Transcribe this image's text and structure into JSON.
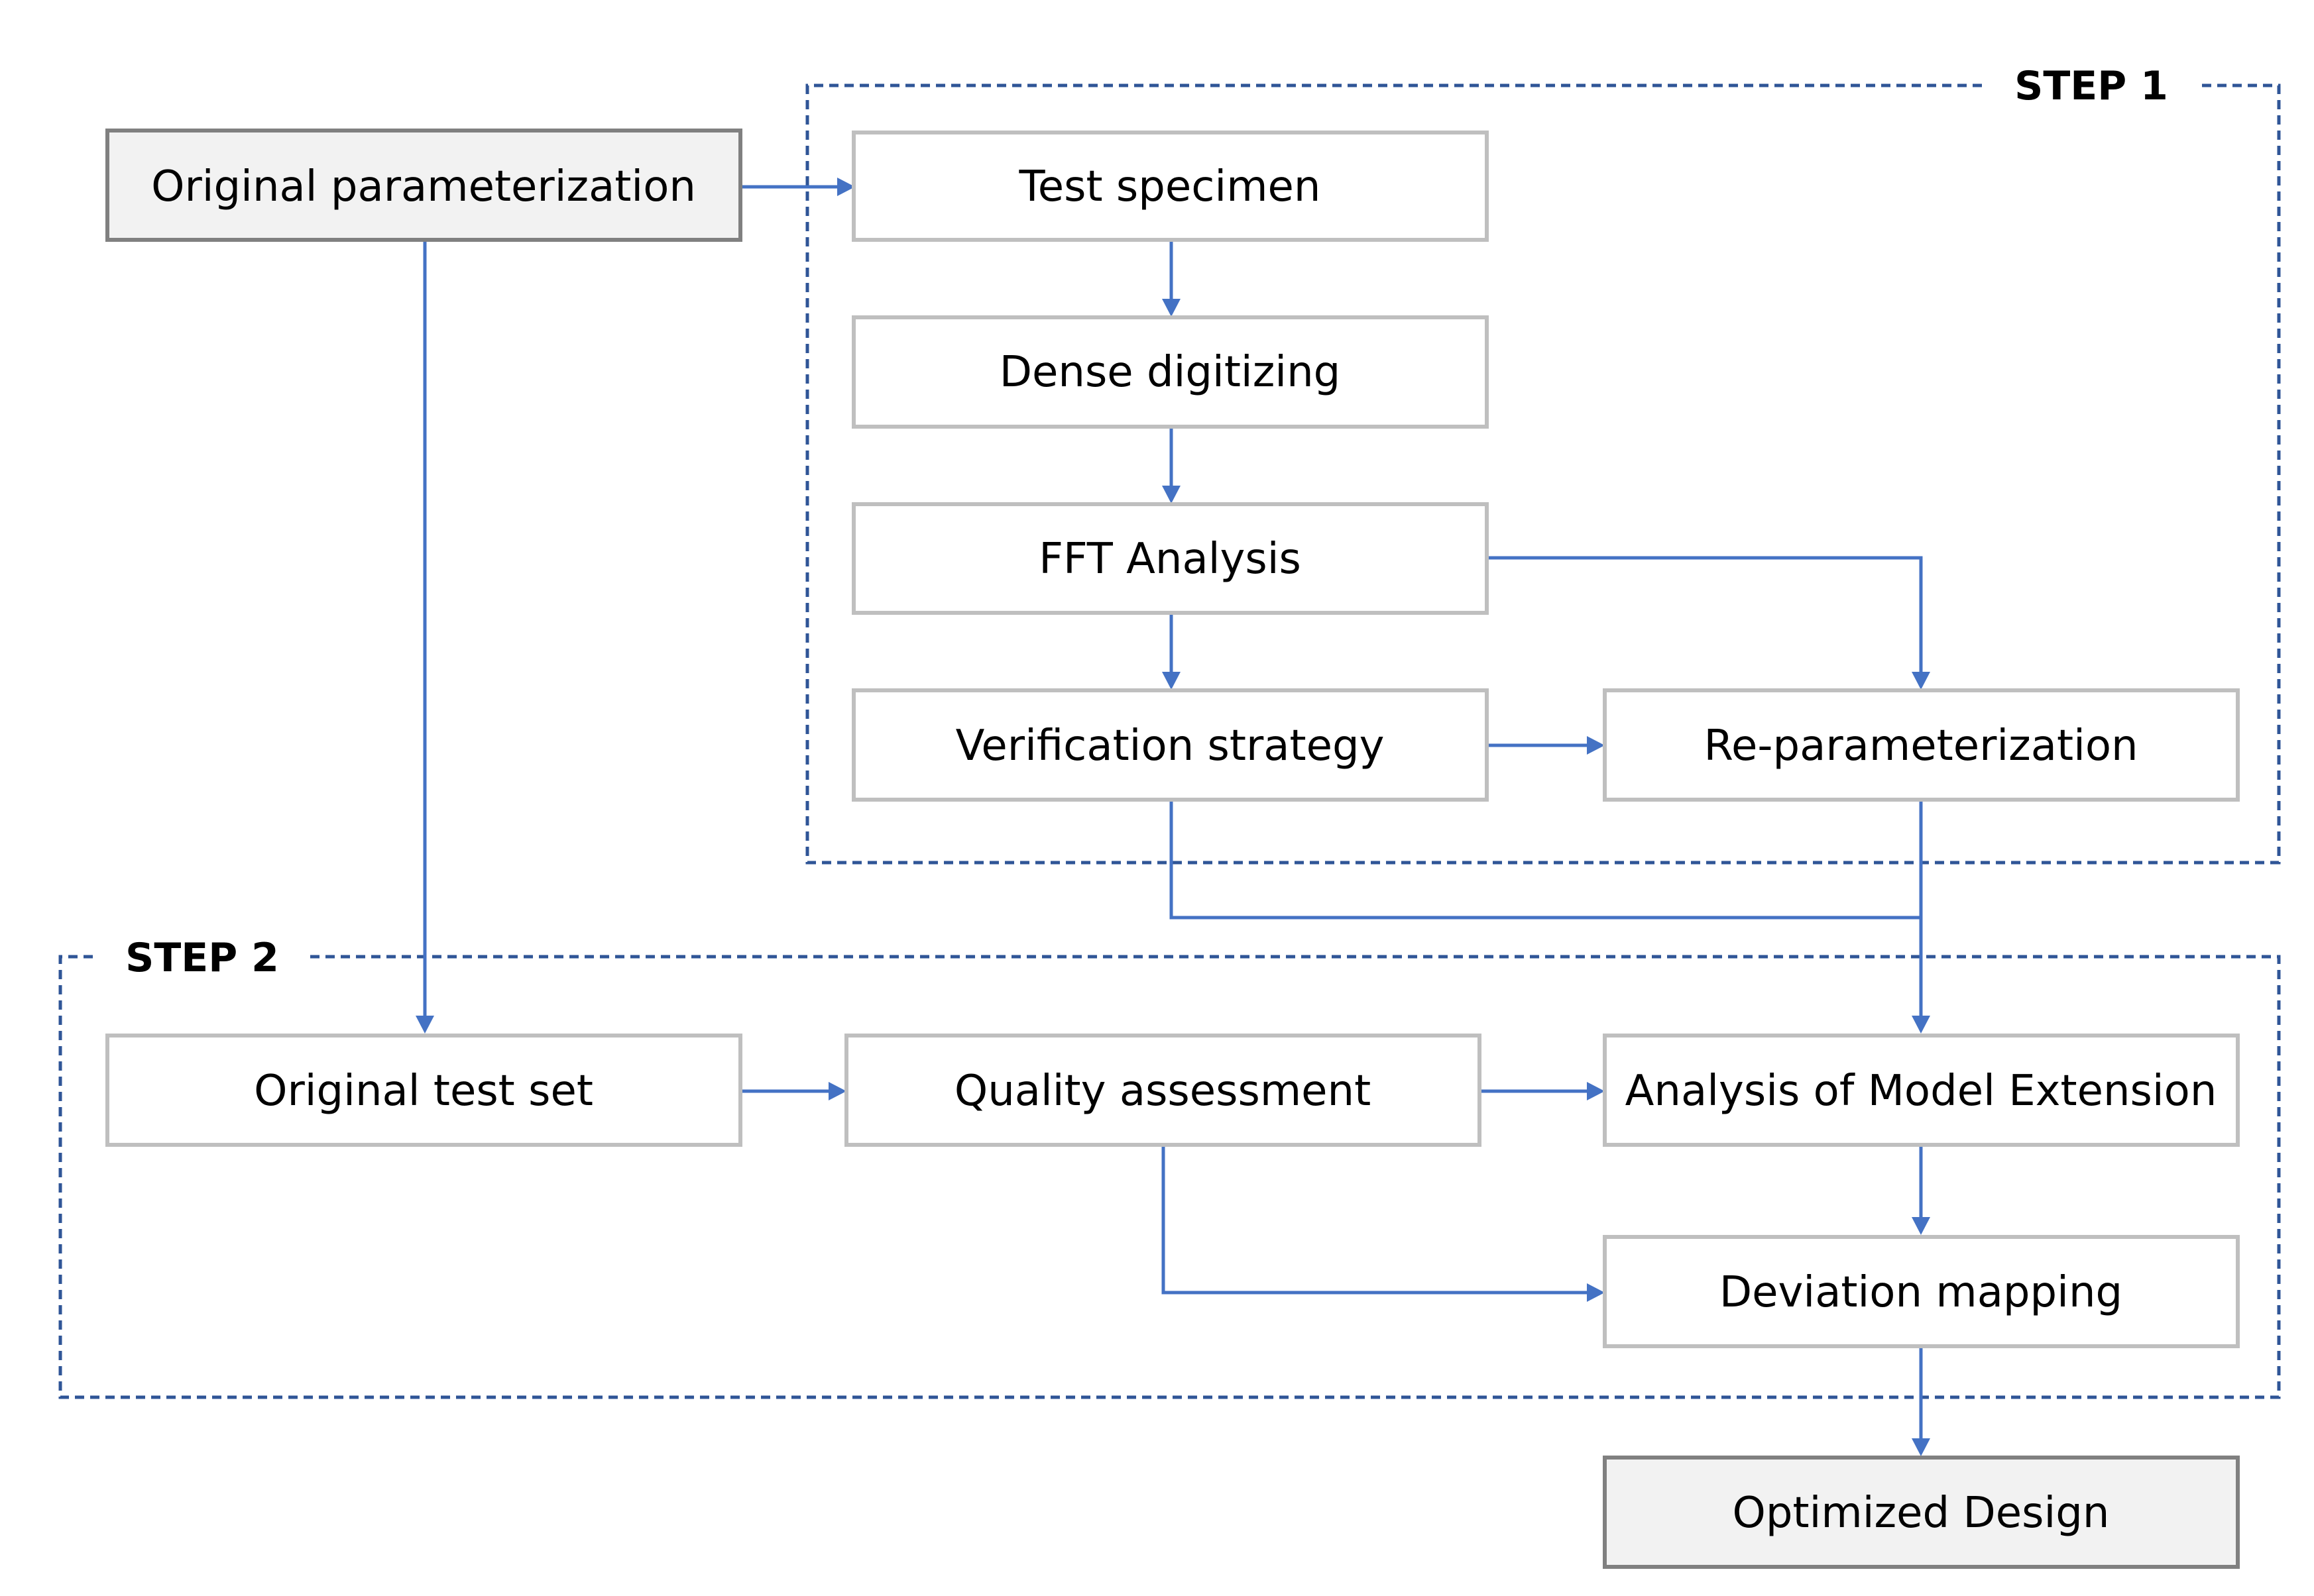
{
  "colors": {
    "connector": "#4472c4",
    "step_frame": "#2f5597",
    "node_border": "#bfbfbf",
    "terminal_border": "#808080",
    "terminal_fill": "#f2f2f2"
  },
  "steps": {
    "step1": "STEP 1",
    "step2": "STEP 2"
  },
  "nodes": {
    "original_parameterization": "Original parameterization",
    "test_specimen": "Test specimen",
    "dense_digitizing": "Dense digitizing",
    "fft_analysis": "FFT Analysis",
    "verification_strategy": "Verification strategy",
    "re_parameterization": "Re-parameterization",
    "original_test_set": "Original test set",
    "quality_assessment": "Quality assessment",
    "analysis_model_extension": "Analysis of Model Extension",
    "deviation_mapping": "Deviation mapping",
    "optimized_design": "Optimized Design"
  }
}
